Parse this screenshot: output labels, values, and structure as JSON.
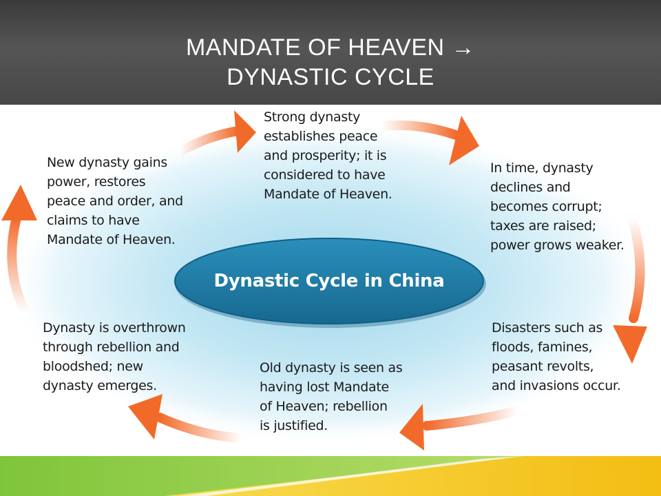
{
  "slide": {
    "title_line1": "MANDATE OF HEAVEN →",
    "title_line2": "DYNASTIC CYCLE"
  },
  "diagram": {
    "center_label": "Dynastic Cycle in China",
    "steps": [
      "Strong dynasty\nestablishes peace\nand prosperity; it is\nconsidered to have\nMandate of Heaven.",
      "In time, dynasty\ndeclines and\nbecomes corrupt;\ntaxes are raised;\npower grows weaker.",
      "Disasters such as\nfloods, famines,\npeasant revolts,\nand invasions occur.",
      "Old dynasty is seen as\nhaving lost Mandate\nof Heaven; rebellion\nis justified.",
      "Dynasty is overthrown\nthrough rebellion and\nbloodshed; new\ndynasty emerges.",
      "New dynasty gains\npower, restores\npeace and order, and\nclaims to have\nMandate of Heaven."
    ]
  },
  "colors": {
    "header_bg": "#4a4a4a",
    "arrow": "#f26a2a",
    "center_ellipse": "#1f7fa8",
    "glow": "#b7e0ef",
    "footer_green": "#8ccf3a",
    "footer_yellow": "#f5c51d"
  }
}
